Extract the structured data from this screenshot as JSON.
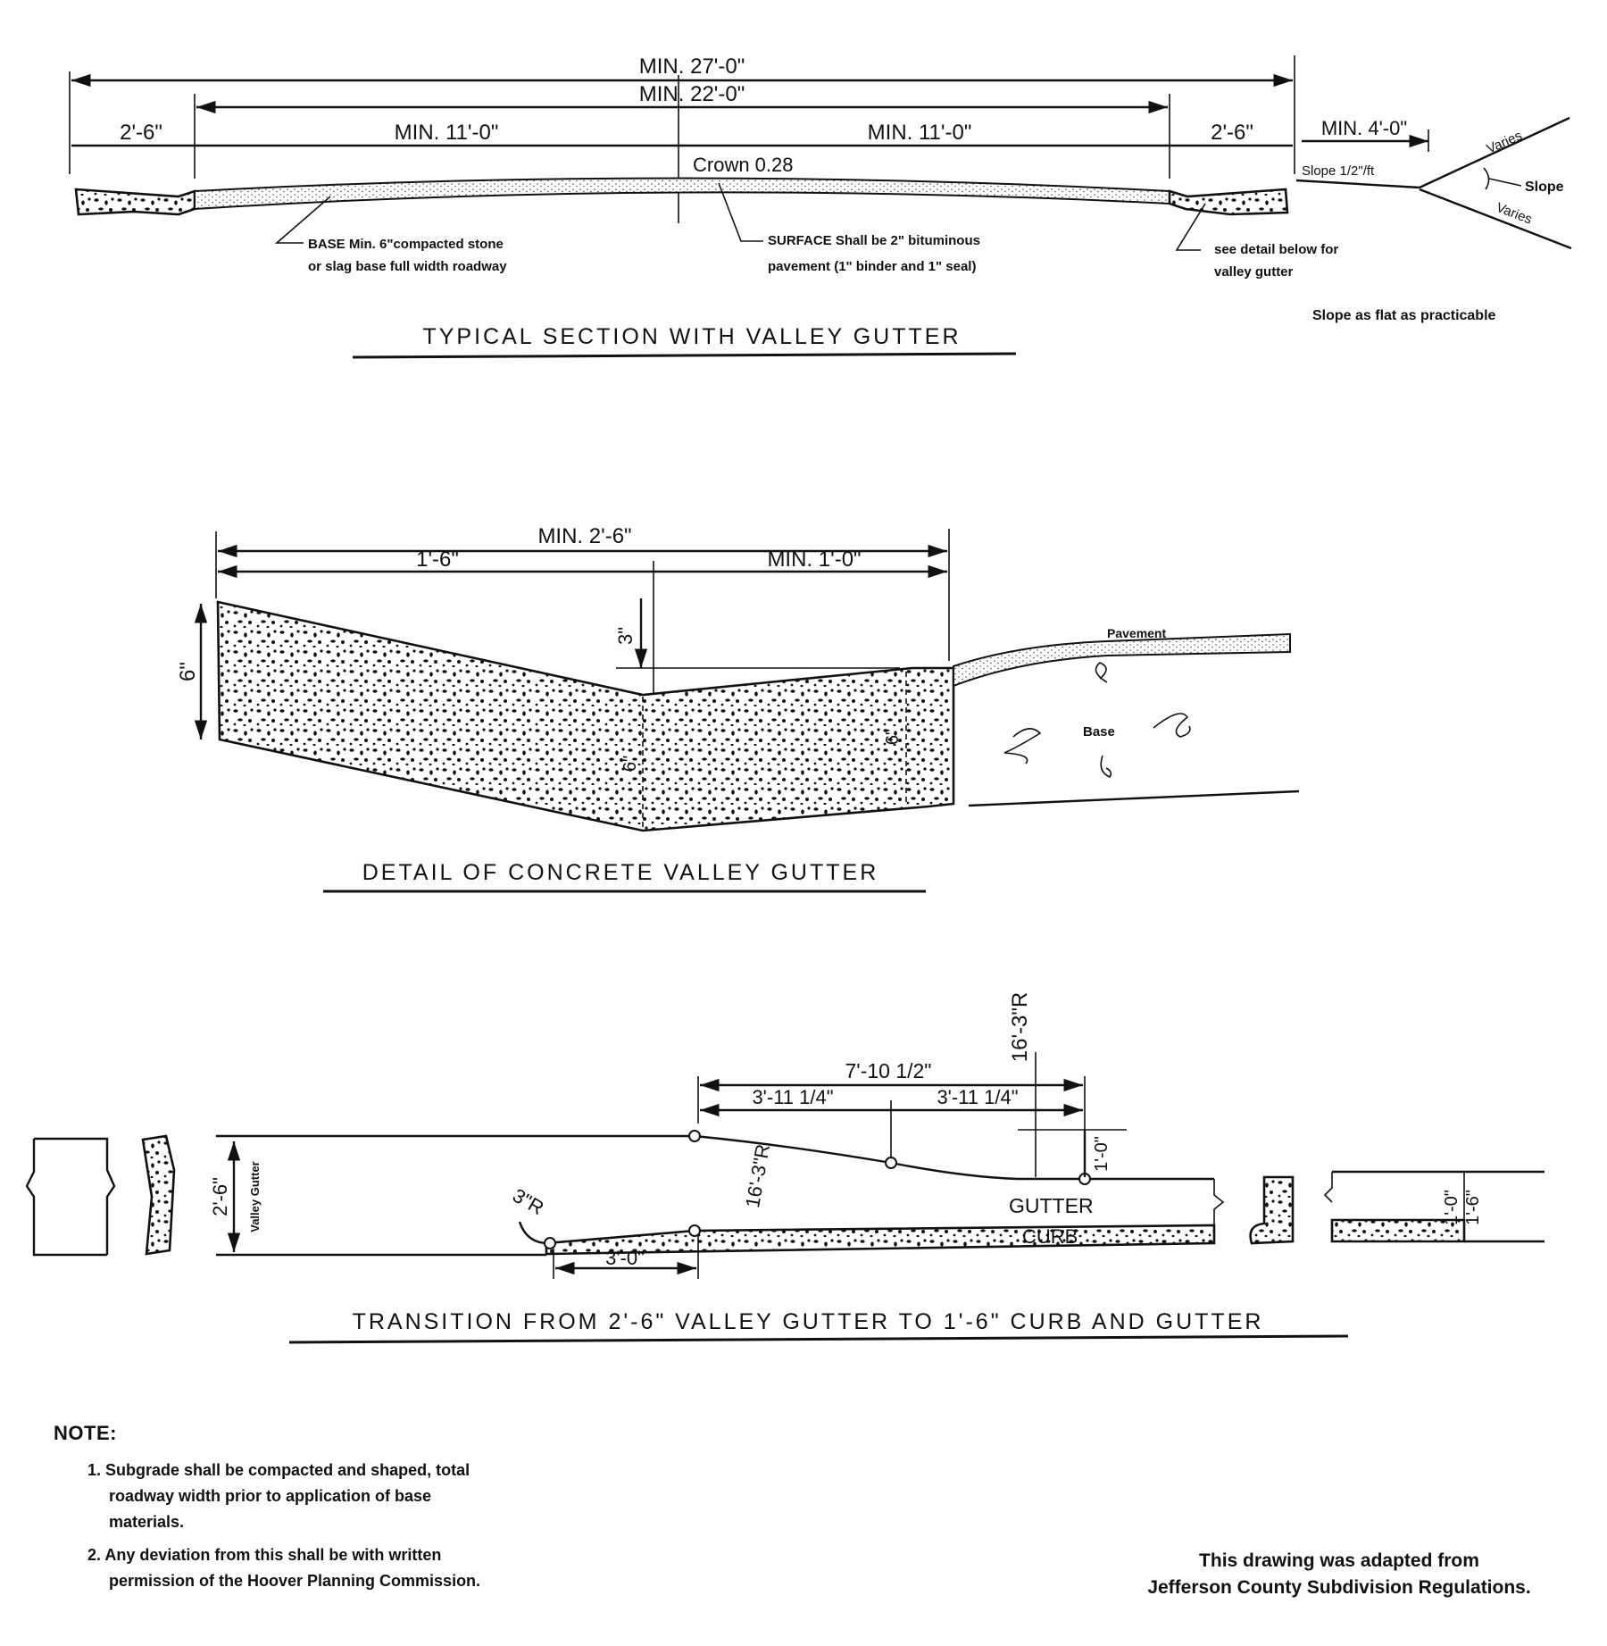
{
  "typical_section": {
    "title": "TYPICAL SECTION WITH VALLEY GUTTER",
    "dim_total": "MIN. 27'-0\"",
    "dim_roadway": "MIN. 22'-0\"",
    "dim_left_gutter": "2'-6\"",
    "dim_left_lane": "MIN. 11'-0\"",
    "dim_right_lane": "MIN. 11'-0\"",
    "dim_right_gutter": "2'-6\"",
    "dim_shoulder": "MIN. 4'-0\"",
    "crown": "Crown 0.28",
    "slope_label": "Slope 1/2\"/ft",
    "varies_top": "Varies",
    "varies_bottom": "Varies",
    "slope_word": "Slope",
    "slope_note": "Slope as flat as practicable",
    "base_note_1": "BASE Min. 6\"compacted stone",
    "base_note_2": "or slag base full width roadway",
    "surface_note_1": "SURFACE Shall be 2\" bituminous",
    "surface_note_2": "pavement (1\" binder and 1\" seal)",
    "gutter_note_1": "see detail below for",
    "gutter_note_2": "valley gutter"
  },
  "concrete_detail": {
    "title": "DETAIL OF CONCRETE VALLEY GUTTER",
    "dim_total": "MIN. 2'-6\"",
    "dim_left": "1'-6\"",
    "dim_right": "MIN. 1'-0\"",
    "dim_depth_left": "6\"",
    "dim_drop": "3\"",
    "dim_center_depth": "6\"",
    "dim_right_depth": "6\"",
    "pavement_label": "Pavement",
    "base_label": "Base"
  },
  "transition": {
    "title": "TRANSITION FROM 2'-6\" VALLEY GUTTER TO 1'-6\" CURB AND GUTTER",
    "dim_total": "7'-10 1/2\"",
    "dim_half_left": "3'-11 1/4\"",
    "dim_half_right": "3'-11 1/4\"",
    "radius_top": "16'-3\"R",
    "radius_mid": "16'-3\"R",
    "radius_small": "3\"R",
    "dim_offset": "1'-0\"",
    "dim_bottom": "3'-0\"",
    "dim_width": "2'-6\"",
    "valley_gutter_label": "Valley Gutter",
    "gutter_label": "GUTTER",
    "curb_label": "CURB",
    "dim_right_1": "1'-0\"",
    "dim_right_2": "1'-6\""
  },
  "notes": {
    "heading": "NOTE:",
    "items": [
      "1. Subgrade shall be compacted and shaped, total roadway width prior to application of base materials.",
      "2. Any deviation from this shall be with written permission of the Hoover Planning Commission."
    ]
  },
  "credit": {
    "line1": "This drawing was adapted from",
    "line2": "Jefferson County Subdivision Regulations."
  }
}
